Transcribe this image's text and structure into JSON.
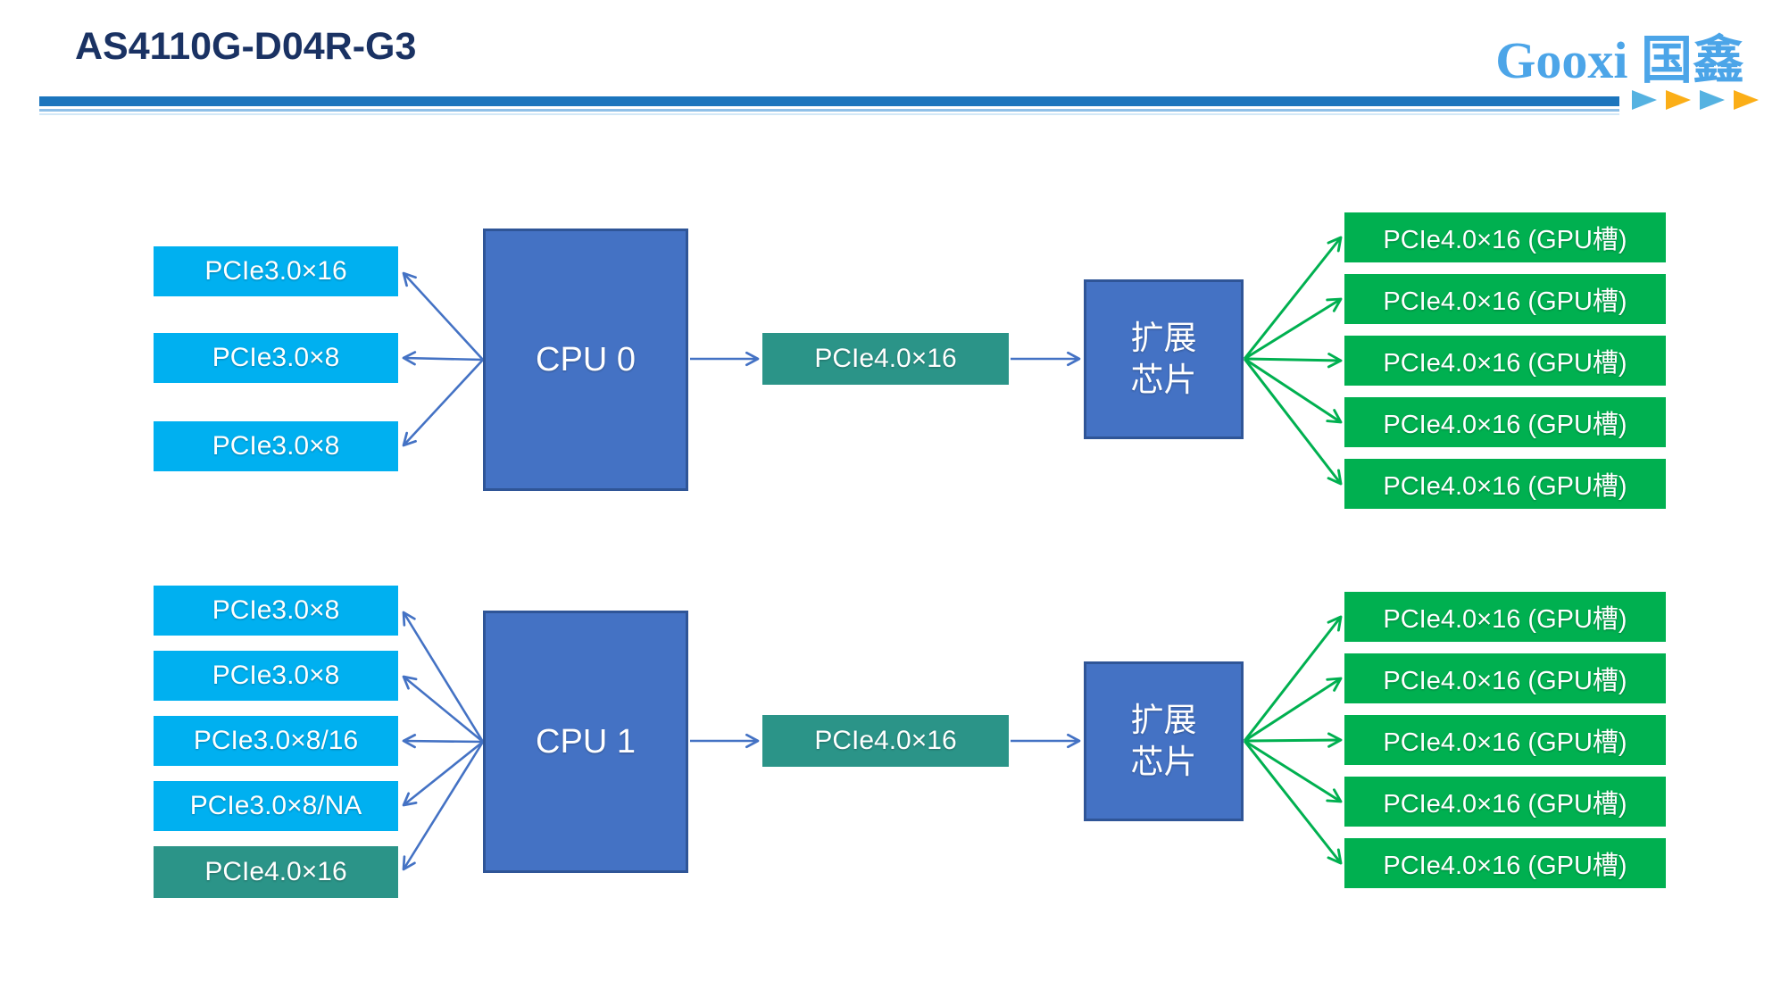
{
  "header": {
    "title": "AS4110G-D04R-G3",
    "logo_text": "Gooxi 国鑫"
  },
  "colors": {
    "title_navy": "#1A3263",
    "bar_blue": "#1B75BD",
    "bar_light1": "#8FC0E8",
    "bar_light2": "#D3E8F7",
    "cyan": "#00B0F0",
    "teal": "#2B9488",
    "green": "#00B050",
    "cpu_fill": "#4472C4",
    "cpu_border": "#2F5597",
    "arrow_blue": "#4472C4",
    "arrow_green": "#00B050",
    "logo_blue": "#4CA5E8",
    "tri_blue": "#55B2E1",
    "tri_yellow": "#FBAE17",
    "box_text": "#FFFFFF"
  },
  "diagram_top": {
    "cpu_label": "CPU 0",
    "left_slots": [
      "PCIe3.0×16",
      "PCIe3.0×8",
      "PCIe3.0×8"
    ],
    "link_label": "PCIe4.0×16",
    "expander_lines": [
      "扩展",
      "芯片"
    ],
    "gpu_slots": [
      "PCIe4.0×16 (GPU槽)",
      "PCIe4.0×16 (GPU槽)",
      "PCIe4.0×16 (GPU槽)",
      "PCIe4.0×16 (GPU槽)",
      "PCIe4.0×16 (GPU槽)"
    ]
  },
  "diagram_bottom": {
    "cpu_label": "CPU 1",
    "left_slots": [
      "PCIe3.0×8",
      "PCIe3.0×8",
      "PCIe3.0×8/16",
      "PCIe3.0×8/NA",
      "PCIe4.0×16"
    ],
    "link_label": "PCIe4.0×16",
    "expander_lines": [
      "扩展",
      "芯片"
    ],
    "gpu_slots": [
      "PCIe4.0×16 (GPU槽)",
      "PCIe4.0×16 (GPU槽)",
      "PCIe4.0×16 (GPU槽)",
      "PCIe4.0×16 (GPU槽)",
      "PCIe4.0×16 (GPU槽)"
    ]
  }
}
